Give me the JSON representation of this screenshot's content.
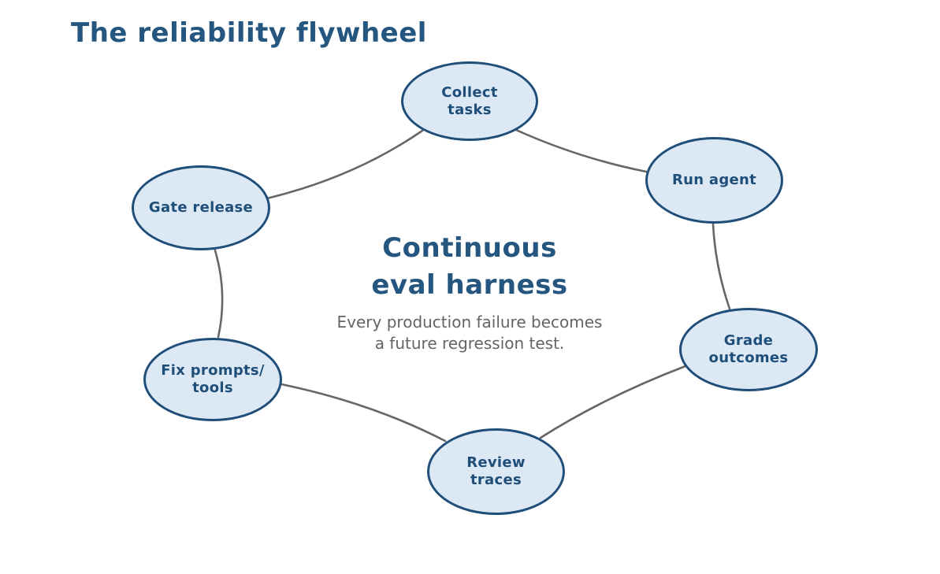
{
  "title": "The reliability flywheel",
  "center": {
    "heading": "Continuous\neval harness",
    "subtitle": "Every production failure becomes\na future regression test."
  },
  "nodes": [
    {
      "id": "collect-tasks",
      "label": "Collect\ntasks"
    },
    {
      "id": "run-agent",
      "label": "Run agent"
    },
    {
      "id": "grade-outcomes",
      "label": "Grade\noutcomes"
    },
    {
      "id": "review-traces",
      "label": "Review\ntraces"
    },
    {
      "id": "fix-prompts-tools",
      "label": "Fix prompts/\ntools"
    },
    {
      "id": "gate-release",
      "label": "Gate release"
    }
  ],
  "colors": {
    "title": "#24567f",
    "node_fill": "#dce9f5",
    "node_border": "#1f4e79",
    "node_text": "#1f4e79",
    "subtitle": "#646464",
    "connector": "#666666",
    "background": "#ffffff"
  }
}
